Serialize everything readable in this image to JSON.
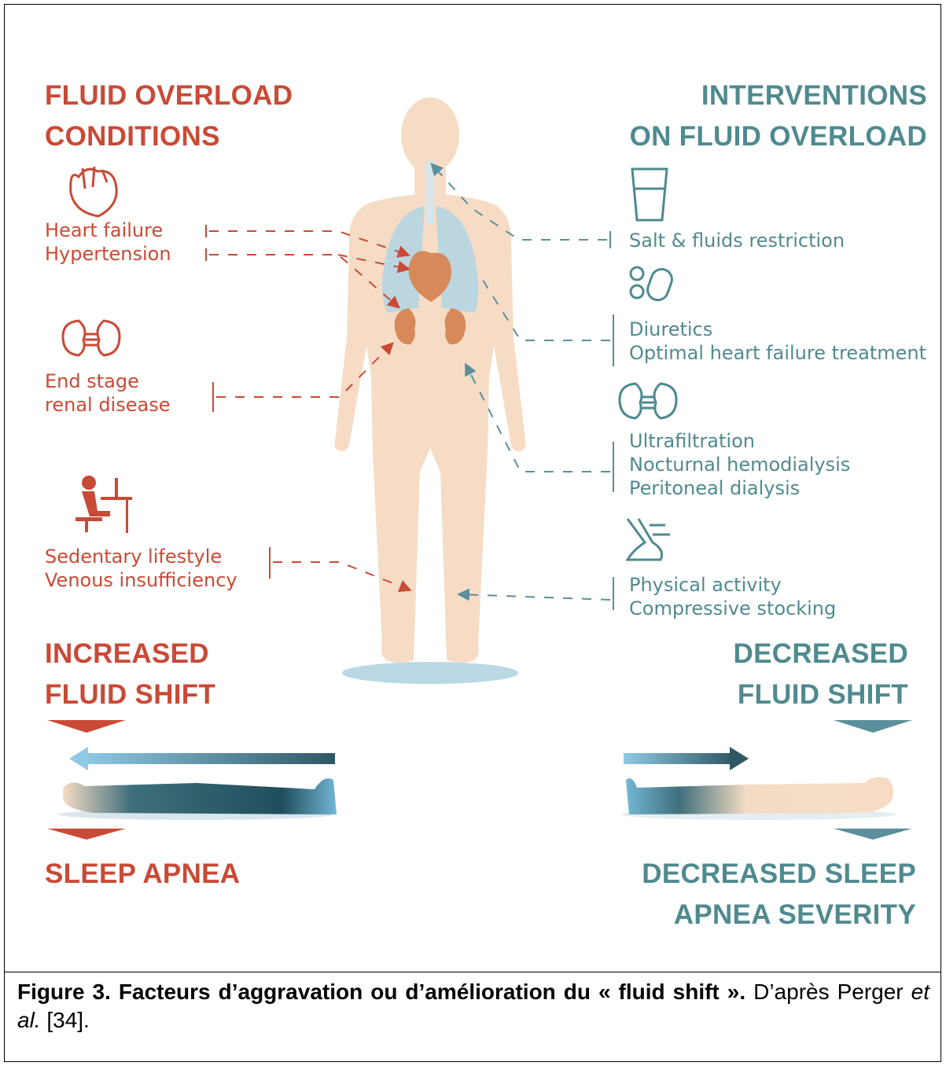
{
  "left_column": {
    "heading_line1": "FLUID OVERLOAD",
    "heading_line2": "CONDITIONS",
    "items": [
      {
        "line1": "Heart failure",
        "line2": "Hypertension",
        "icon": "heart-icon"
      },
      {
        "line1": "End stage",
        "line2": "renal disease",
        "icon": "kidneys-icon"
      },
      {
        "line1": "Sedentary lifestyle",
        "line2": "Venous insufficiency",
        "icon": "desk-worker-icon"
      }
    ],
    "bottom_heading_line1": "INCREASED",
    "bottom_heading_line2": "FLUID SHIFT",
    "outcome": "SLEEP APNEA"
  },
  "right_column": {
    "heading_line1": "INTERVENTIONS",
    "heading_line2": "ON FLUID OVERLOAD",
    "items": [
      {
        "lines": [
          "Salt & fluids restriction"
        ],
        "icon": "glass-icon"
      },
      {
        "lines": [
          "Diuretics",
          "Optimal heart failure treatment"
        ],
        "icon": "pills-icon"
      },
      {
        "lines": [
          "Ultrafiltration",
          "Nocturnal hemodialysis",
          "Peritoneal dialysis"
        ],
        "icon": "kidneys-icon"
      },
      {
        "lines": [
          "Physical activity",
          "Compressive stocking"
        ],
        "icon": "running-shoe-icon"
      }
    ],
    "bottom_heading_line1": "DECREASED",
    "bottom_heading_line2": "FLUID SHIFT",
    "outcome_line1": "DECREASED SLEEP",
    "outcome_line2": "APNEA SEVERITY"
  },
  "caption": {
    "bold": "Figure 3. Facteurs d’aggravation ou d’amélioration du « fluid shift ».",
    "text1": " D’après Perger ",
    "italic": "et al.",
    "text2": " [34]."
  },
  "colors": {
    "red": "#c94a36",
    "teal": "#4f8a8f",
    "skin": "#f6dcc5",
    "lung": "#bcd6e0",
    "organ": "#d7895a"
  }
}
